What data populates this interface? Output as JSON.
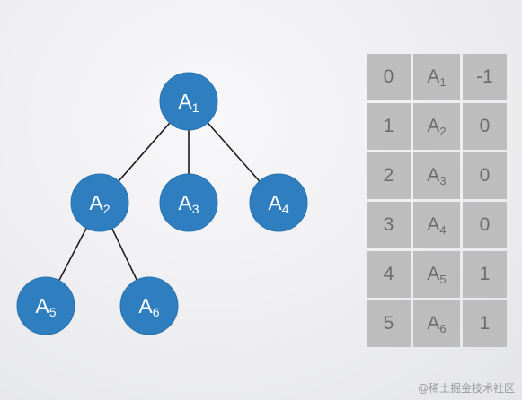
{
  "colors": {
    "node_fill": "#2f7fc0",
    "node_stroke": "#2a74b0",
    "edge": "#1c1c1c",
    "cell_bg": "#bdbdbd",
    "cell_text": "#6c6c6c"
  },
  "tree": {
    "nodes": [
      {
        "id": "A1",
        "letter": "A",
        "sub": "1"
      },
      {
        "id": "A2",
        "letter": "A",
        "sub": "2"
      },
      {
        "id": "A3",
        "letter": "A",
        "sub": "3"
      },
      {
        "id": "A4",
        "letter": "A",
        "sub": "4"
      },
      {
        "id": "A5",
        "letter": "A",
        "sub": "5"
      },
      {
        "id": "A6",
        "letter": "A",
        "sub": "6"
      }
    ],
    "edges": [
      {
        "from": "A1",
        "to": "A2"
      },
      {
        "from": "A1",
        "to": "A3"
      },
      {
        "from": "A1",
        "to": "A4"
      },
      {
        "from": "A2",
        "to": "A5"
      },
      {
        "from": "A2",
        "to": "A6"
      }
    ]
  },
  "table": {
    "rows": [
      {
        "index": "0",
        "letter": "A",
        "sub": "1",
        "parent": "-1"
      },
      {
        "index": "1",
        "letter": "A",
        "sub": "2",
        "parent": "0"
      },
      {
        "index": "2",
        "letter": "A",
        "sub": "3",
        "parent": "0"
      },
      {
        "index": "3",
        "letter": "A",
        "sub": "4",
        "parent": "0"
      },
      {
        "index": "4",
        "letter": "A",
        "sub": "5",
        "parent": "1"
      },
      {
        "index": "5",
        "letter": "A",
        "sub": "6",
        "parent": "1"
      }
    ]
  },
  "watermark": "@稀土掘金技术社区"
}
